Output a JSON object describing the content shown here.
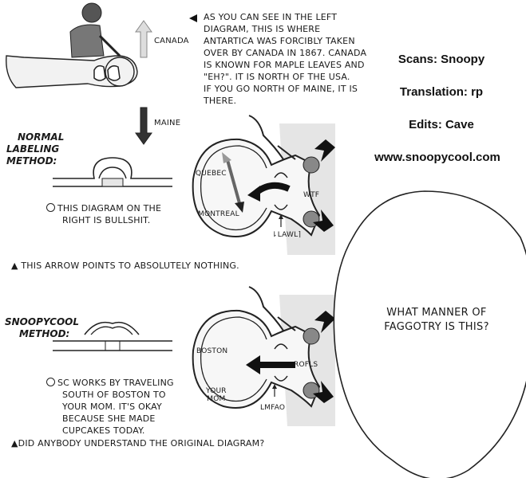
{
  "top_note": [
    "AS YOU CAN SEE IN THE LEFT",
    "DIAGRAM, THIS IS WHERE",
    "ANTARTICA WAS FORCIBLY TAKEN",
    "OVER BY CANADA IN 1867. CANADA",
    "IS KNOWN FOR MAPLE LEAVES AND",
    "\"EH?\". IT IS NORTH OF THE USA.",
    "IF YOU GO NORTH OF MAINE, IT IS",
    "THERE."
  ],
  "arrow_up_label": "CANADA",
  "arrow_down_label": "MAINE",
  "credits": {
    "scans": "Scans: Snoopy",
    "translation": "Translation: rp",
    "edits": "Edits: Cave",
    "site": "www.snoopycool.com"
  },
  "section1": {
    "heading": [
      "NORMAL",
      "LABELING",
      "METHOD:"
    ],
    "note": [
      "THIS DIAGRAM ON THE",
      "RIGHT IS BULLSHIT."
    ],
    "label_top": "QUEBEC",
    "label_bottom": "MONTREAL",
    "label_arrow": "WTF",
    "label_bottom_arrow": "LAWL",
    "footnote": "THIS ARROW POINTS TO ABSOLUTELY NOTHING."
  },
  "section2": {
    "heading": [
      "SNOOPYCOOL",
      "METHOD:"
    ],
    "note": [
      "SC WORKS BY TRAVELING",
      "SOUTH OF BOSTON TO",
      "YOUR MOM. IT'S OKAY",
      "BECAUSE SHE MADE",
      "CUPCAKES TODAY."
    ],
    "label_top": "BOSTON",
    "label_bottom_lines": [
      "YOUR",
      "MOM"
    ],
    "label_arrow": "ROFLS",
    "label_bottom_arrow": "LMFAO",
    "footnote": "DID ANYBODY UNDERSTAND THE ORIGINAL DIAGRAM?"
  },
  "bubble_text": [
    "WHAT MANNER OF",
    "FAGGOTRY IS THIS?"
  ]
}
